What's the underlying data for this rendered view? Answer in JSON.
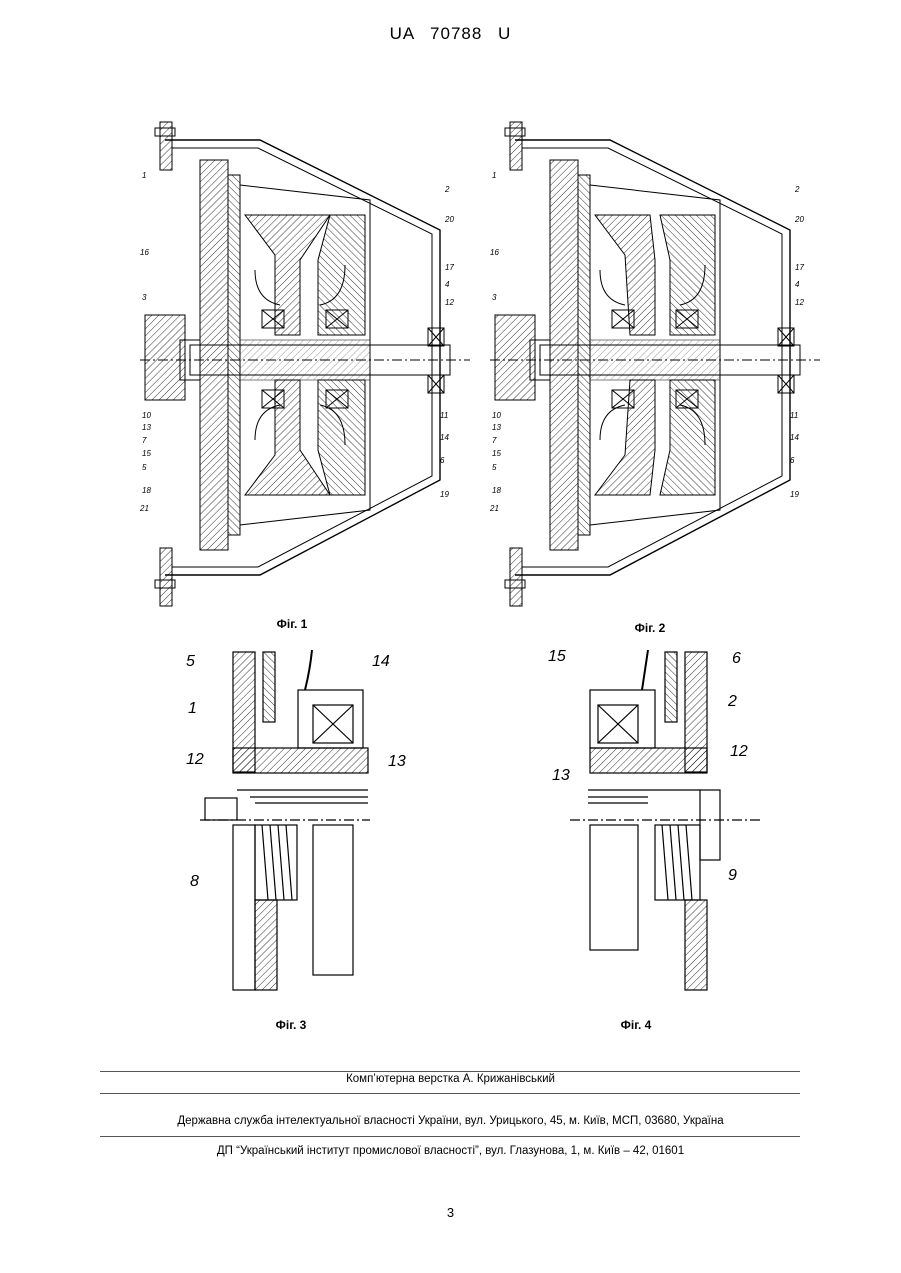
{
  "header": {
    "number": "UA 70788 U"
  },
  "figures": {
    "fig1": {
      "caption": "Фіг. 1",
      "labels": [
        "1",
        "2",
        "20",
        "16",
        "17",
        "4",
        "3",
        "12",
        "10",
        "13",
        "11",
        "7",
        "14",
        "15",
        "5",
        "6",
        "18",
        "19",
        "21"
      ]
    },
    "fig2": {
      "caption": "Фіг. 2",
      "labels": [
        "1",
        "2",
        "20",
        "16",
        "17",
        "4",
        "3",
        "12",
        "10",
        "13",
        "11",
        "7",
        "14",
        "15",
        "5",
        "6",
        "18",
        "19",
        "21"
      ]
    },
    "fig3": {
      "caption": "Фіг. 3",
      "labels": [
        "5",
        "14",
        "1",
        "12",
        "13",
        "8"
      ]
    },
    "fig4": {
      "caption": "Фіг. 4",
      "labels": [
        "15",
        "6",
        "2",
        "12",
        "13",
        "9"
      ]
    }
  },
  "footer": {
    "line1": "Комп’ютерна верстка А. Крижанівський",
    "line2": "Державна служба інтелектуальної власності України, вул. Урицького, 45, м. Київ, МСП, 03680, Україна",
    "line3": "ДП “Український інститут промислової власності”, вул. Глазунова, 1, м. Київ – 42, 01601"
  },
  "page_number": "3"
}
